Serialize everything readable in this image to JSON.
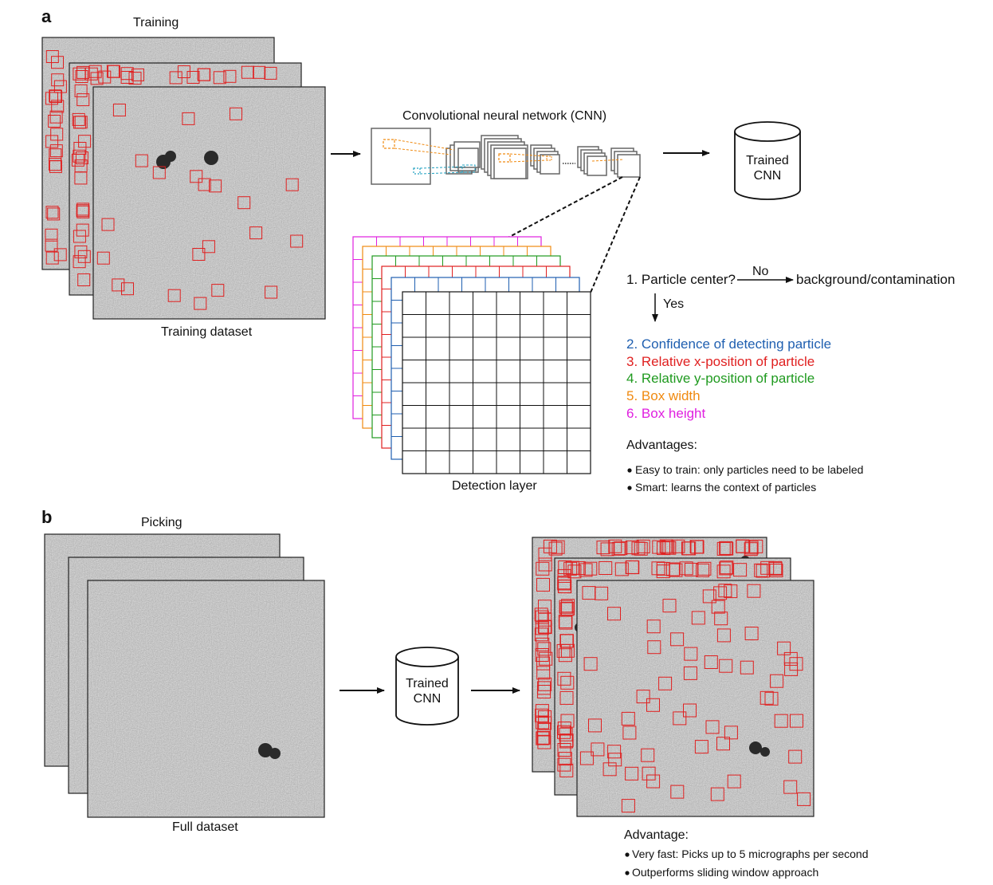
{
  "panel_a": {
    "letter": "a",
    "title": "Training",
    "dataset_label": "Training dataset",
    "cnn_title": "Convolutional neural network (CNN)",
    "trained_cnn": [
      "Trained",
      "CNN"
    ],
    "detection_layer_label": "Detection layer",
    "question": "1. Particle center?",
    "no_label": "No",
    "no_result": "background/contamination",
    "yes_label": "Yes",
    "outputs": [
      {
        "text": "2. Confidence of detecting particle",
        "color": "#1f5fb0"
      },
      {
        "text": "3. Relative x-position of particle",
        "color": "#e02020"
      },
      {
        "text": "4. Relative y-position of particle",
        "color": "#1f9a1f"
      },
      {
        "text": "5. Box width",
        "color": "#f08a10"
      },
      {
        "text": "6. Box height",
        "color": "#e020e0"
      }
    ],
    "advantages_title": "Advantages:",
    "advantages": [
      "Easy to train: only particles need to be labeled",
      "Smart: learns the context of particles"
    ]
  },
  "panel_b": {
    "letter": "b",
    "title": "Picking",
    "dataset_label": "Full dataset",
    "trained_cnn": [
      "Trained",
      "CNN"
    ],
    "advantage_title": "Advantage:",
    "advantages": [
      "Very fast: Picks up to 5 micrographs per second",
      "Outperforms sliding window approach"
    ]
  },
  "colors": {
    "box_red": "#e02020",
    "grid_blue": "#1f5fb0",
    "grid_red": "#e02020",
    "grid_green": "#1f9a1f",
    "grid_orange": "#f08a10",
    "grid_magenta": "#e020e0",
    "cnn_orange": "#f08a10",
    "cnn_cyan": "#20a0c0"
  }
}
